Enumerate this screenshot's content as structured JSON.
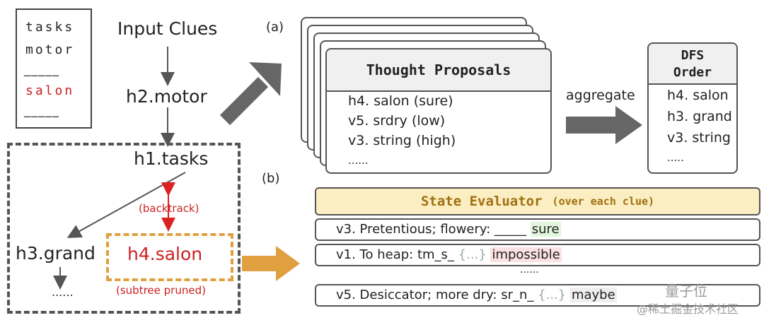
{
  "word_box": {
    "words": [
      "tasks",
      "motor",
      "_____",
      "salon",
      "_____"
    ]
  },
  "clue_chain": {
    "input_clues": "Input Clues",
    "h2": "h2.motor",
    "h1": "h1.tasks"
  },
  "tree": {
    "backtrack": "(backtrack)",
    "h3": "h3.grand",
    "h4": "h4.salon",
    "h3_child": "......",
    "pruned": "(subtree pruned)"
  },
  "markers": {
    "a": "(a)",
    "b": "(b)"
  },
  "proposals": {
    "title": "Thought Proposals",
    "lines": [
      "h4. salon (sure)",
      "v5. srdry (low)",
      "v3. string (high)",
      "......"
    ]
  },
  "aggregate": "aggregate",
  "dfs": {
    "title_line1": "DFS",
    "title_line2": "Order",
    "lines": [
      "h4. salon",
      "h3. grand",
      "v3. string",
      "....."
    ]
  },
  "evaluator": {
    "title": "State Evaluator",
    "subtitle": "(over each clue)",
    "rows": [
      {
        "text": "v3. Pretentious; flowery: _____ ",
        "ellipsis": "",
        "result": "sure",
        "tone": "green"
      },
      {
        "text": "v1. To heap: tm_s_ ",
        "ellipsis": "{...}",
        "result": "impossible",
        "tone": "red"
      },
      {
        "text": "v5. Desiccator; more dry: sr_n_ ",
        "ellipsis": "{...}",
        "result": "maybe",
        "tone": "grey"
      }
    ],
    "gap": "......"
  },
  "watermark": {
    "line1": "量子位",
    "line2": "@稀土掘金技术社区"
  },
  "colors": {
    "red": "#cc2222",
    "orange": "#e0a040",
    "eval_bg": "#fbeec2",
    "eval_text": "#a07010"
  }
}
